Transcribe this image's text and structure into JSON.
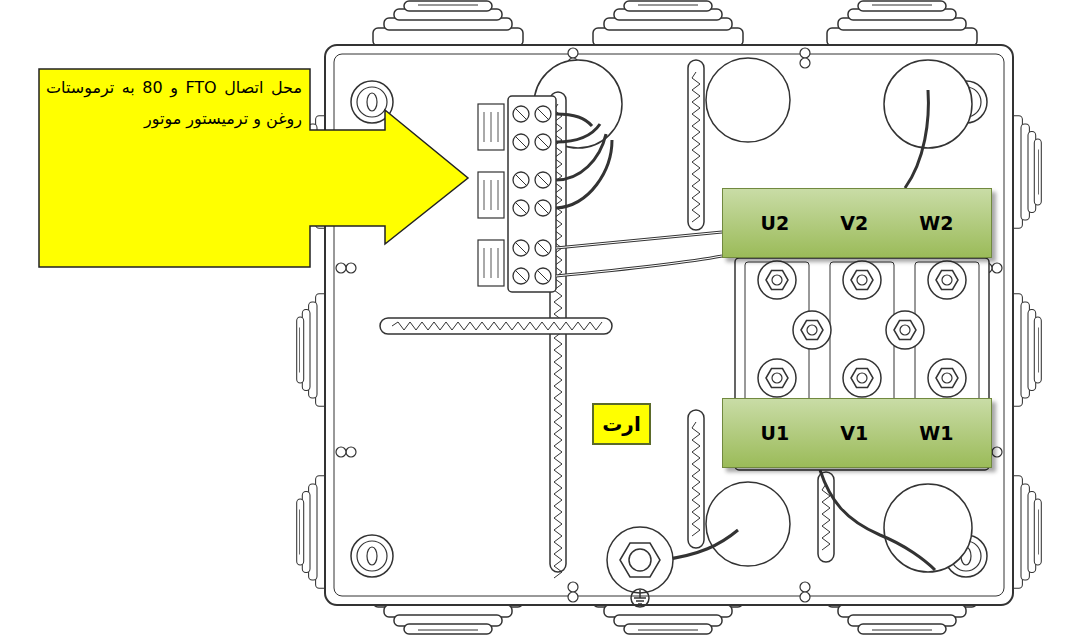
{
  "diagram": {
    "nodes": [
      {
        "text": [
          "محل اتصال FTO و 80 به ترموستات روغن و ترمیستور موتور"
        ]
      },
      {
        "text": [
          "U2",
          "V2",
          "W2"
        ]
      },
      {
        "text": [
          "U1",
          "V1",
          "W1"
        ]
      },
      {
        "text": [
          "ارت"
        ]
      }
    ]
  }
}
